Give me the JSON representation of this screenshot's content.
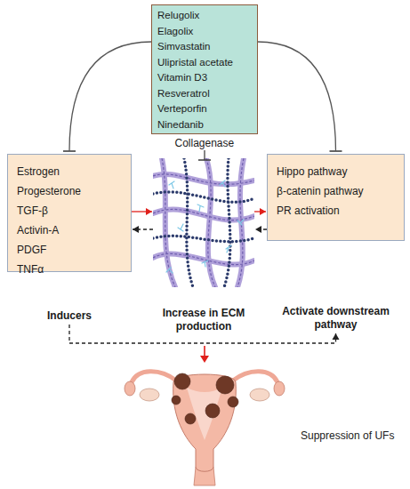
{
  "diagram": {
    "nodes": [
      {
        "text": [
          "Relugolix",
          "Elagolix",
          "Simvastatin",
          "Ulipristal acetate",
          "Vitamin D3",
          "Resveratrol",
          "Verteporfin",
          "Ninedanib"
        ]
      },
      {
        "text": [
          "Estrogen",
          "Progesterone",
          "TGF-β",
          "Activin-A",
          "PDGF",
          "TNFα",
          "Inducers"
        ]
      },
      {
        "text": [
          "Increase in ECM production"
        ]
      },
      {
        "text": [
          "Hippo pathway",
          "β-catenin pathway",
          "PR activation",
          "Activate downstream pathway"
        ]
      }
    ],
    "edges": [
      {
        "from": 0,
        "to": 1,
        "arrow": "to"
      },
      {
        "from": 0,
        "to": 3,
        "arrow": "to"
      },
      {
        "from": 1,
        "to": 2,
        "arrow": "to"
      },
      {
        "from": 2,
        "to": 1,
        "arrow": "to"
      },
      {
        "from": 2,
        "to": 3,
        "arrow": "to"
      },
      {
        "from": 3,
        "to": 2,
        "arrow": "to"
      },
      {
        "from": 1,
        "to": 3,
        "arrow": "to"
      }
    ],
    "labels": [
      "Collagenase",
      "Suppression of UFs"
    ]
  }
}
